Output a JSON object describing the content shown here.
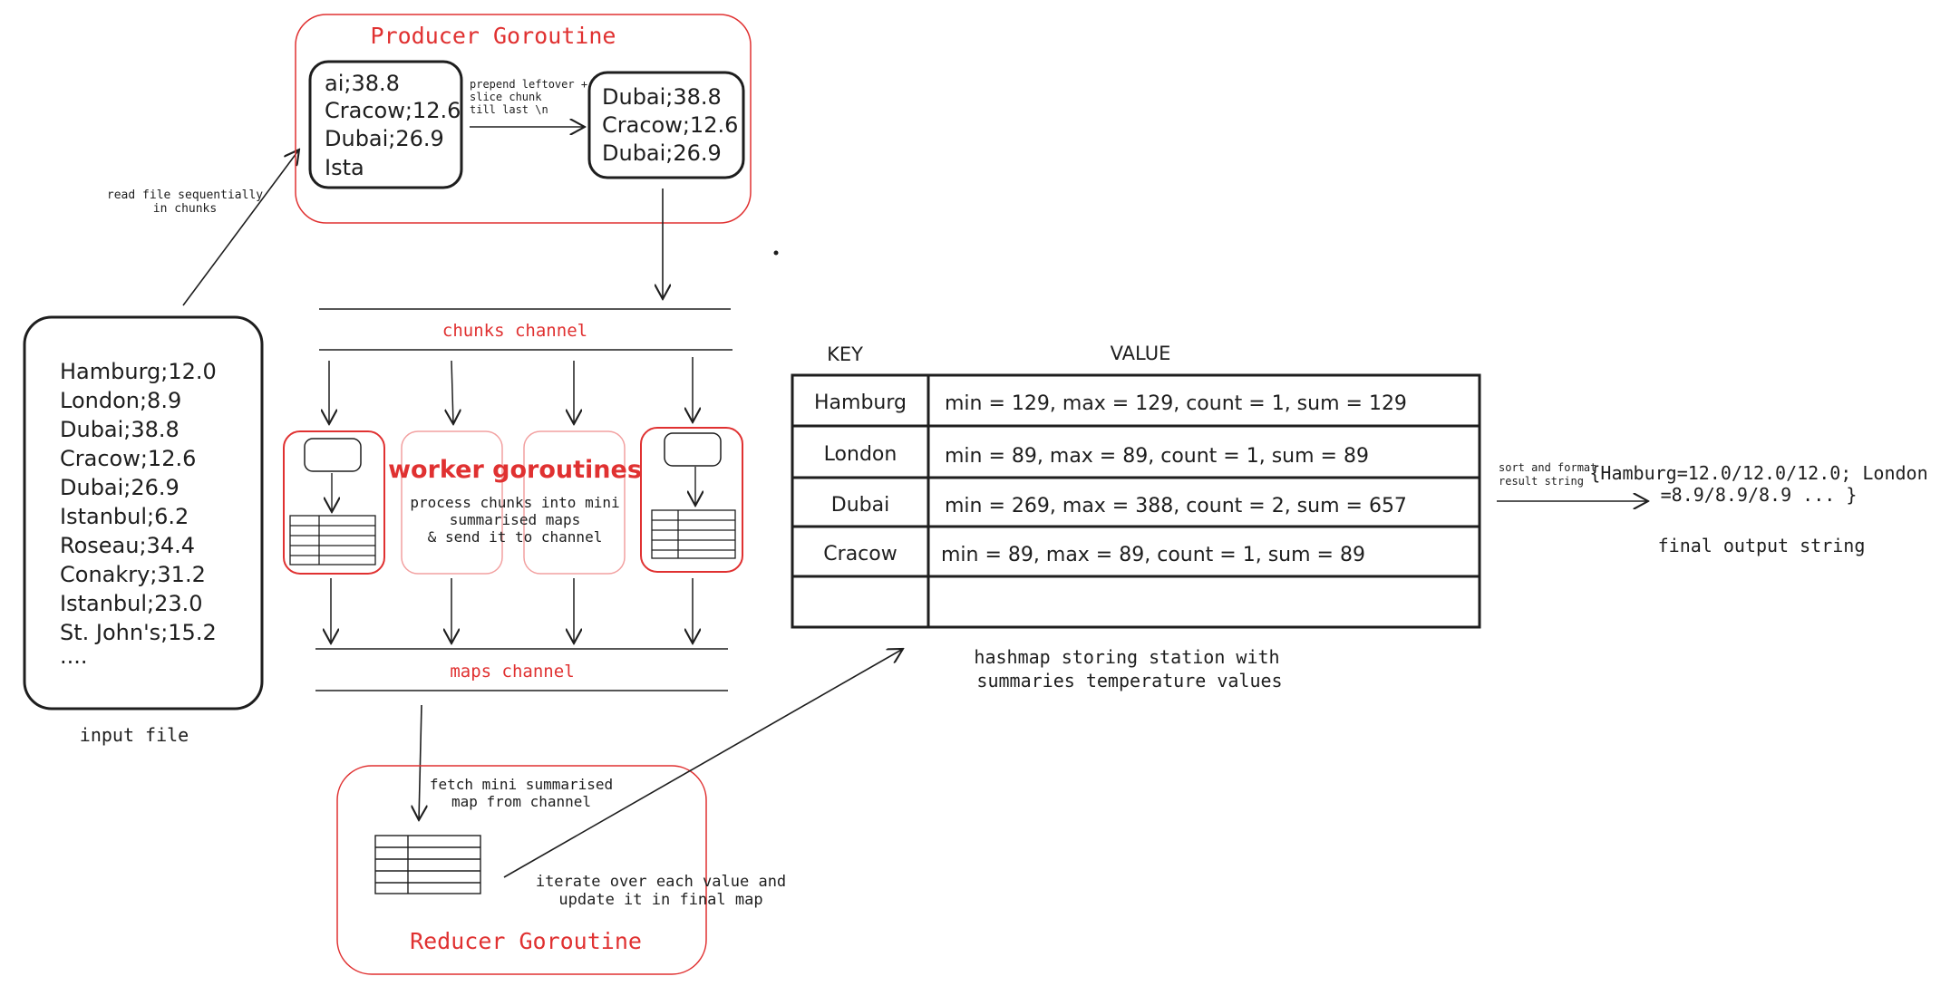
{
  "input_file": {
    "lines": [
      "Hamburg;12.0",
      "London;8.9",
      "Dubai;38.8",
      "Cracow;12.6",
      "Dubai;26.9",
      "Istanbul;6.2",
      "Roseau;34.4",
      "Conakry;31.2",
      "Istanbul;23.0",
      "St. John's;15.2",
      "...."
    ],
    "caption": "input file"
  },
  "read_label": [
    "read file sequentially",
    "in chunks"
  ],
  "producer": {
    "title": "Producer Goroutine",
    "chunk_in": [
      "ai;38.8",
      "Cracow;12.6",
      "Dubai;26.9",
      "Ista"
    ],
    "transform_label": [
      "prepend leftover +",
      "slice chunk",
      "till last \\n"
    ],
    "chunk_out": [
      "Dubai;38.8",
      "Cracow;12.6",
      "Dubai;26.9"
    ]
  },
  "chunks_channel": "chunks channel",
  "workers": {
    "title": "worker goroutines",
    "desc": [
      "process chunks into mini",
      "summarised maps",
      "& send it to channel"
    ]
  },
  "maps_channel": "maps channel",
  "reducer": {
    "title": "Reducer Goroutine",
    "fetch_label": [
      "fetch mini summarised",
      "map from channel"
    ],
    "iterate_label": [
      "iterate over each value and",
      "update it in final map"
    ]
  },
  "hashmap": {
    "key_header": "KEY",
    "value_header": "VALUE",
    "rows": [
      {
        "key": "Hamburg",
        "value": "min = 129, max = 129, count = 1, sum = 129"
      },
      {
        "key": "London",
        "value": "min = 89, max = 89, count = 1, sum = 89"
      },
      {
        "key": "Dubai",
        "value": "min = 269, max = 388, count = 2, sum = 657"
      },
      {
        "key": "Cracow",
        "value": "min = 89, max = 89, count = 1, sum = 89"
      },
      {
        "key": "",
        "value": ""
      }
    ],
    "caption": [
      "hashmap storing station with",
      "summaries temperature values"
    ]
  },
  "output": {
    "sort_label": [
      "sort and format",
      "result string"
    ],
    "string": [
      "{Hamburg=12.0/12.0/12.0; London",
      "=8.9/8.9/8.9 ... }"
    ],
    "caption": "final output string"
  },
  "colors": {
    "accent_red": "#e03131",
    "stroke": "#1e1e1e",
    "light_red": "#f2a0a0"
  }
}
